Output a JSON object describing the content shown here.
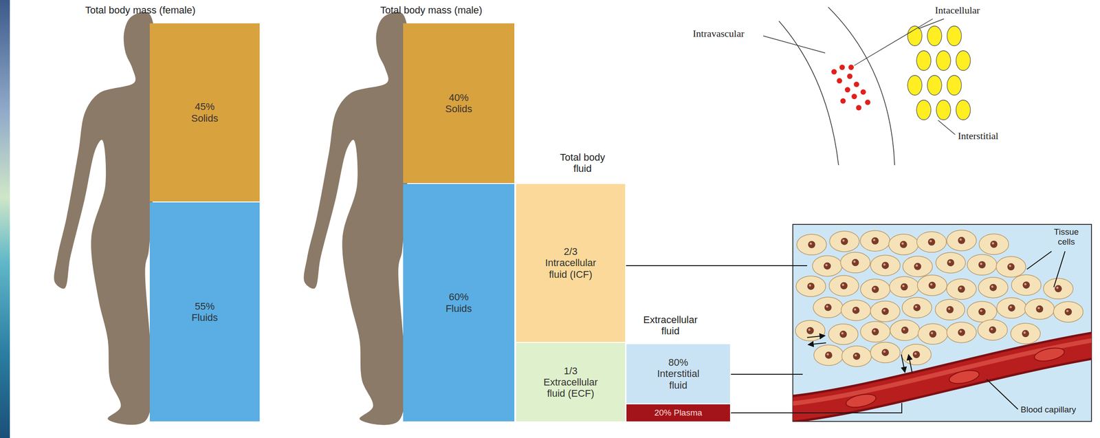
{
  "diagram": {
    "nodes": [
      {
        "text": [
          "45% Solids"
        ]
      },
      {
        "text": [
          "55% Fluids"
        ]
      },
      {
        "text": [
          "40% Solids"
        ]
      },
      {
        "text": [
          "60% Fluids"
        ]
      },
      {
        "text": [
          "2/3 Intracellular fluid (ICF)"
        ]
      },
      {
        "text": [
          "1/3 Extracellular fluid (ECF)"
        ]
      },
      {
        "text": [
          "80% Interstitial fluid"
        ]
      },
      {
        "text": [
          "20% Plasma"
        ]
      }
    ],
    "labels": [
      "Total body mass (female)",
      "Total body mass (male)",
      "Total body fluid",
      "Extracellular fluid",
      "Tissue cells",
      "Blood capillary",
      "Intacellular",
      "Intravascular",
      "Interstitial"
    ]
  }
}
